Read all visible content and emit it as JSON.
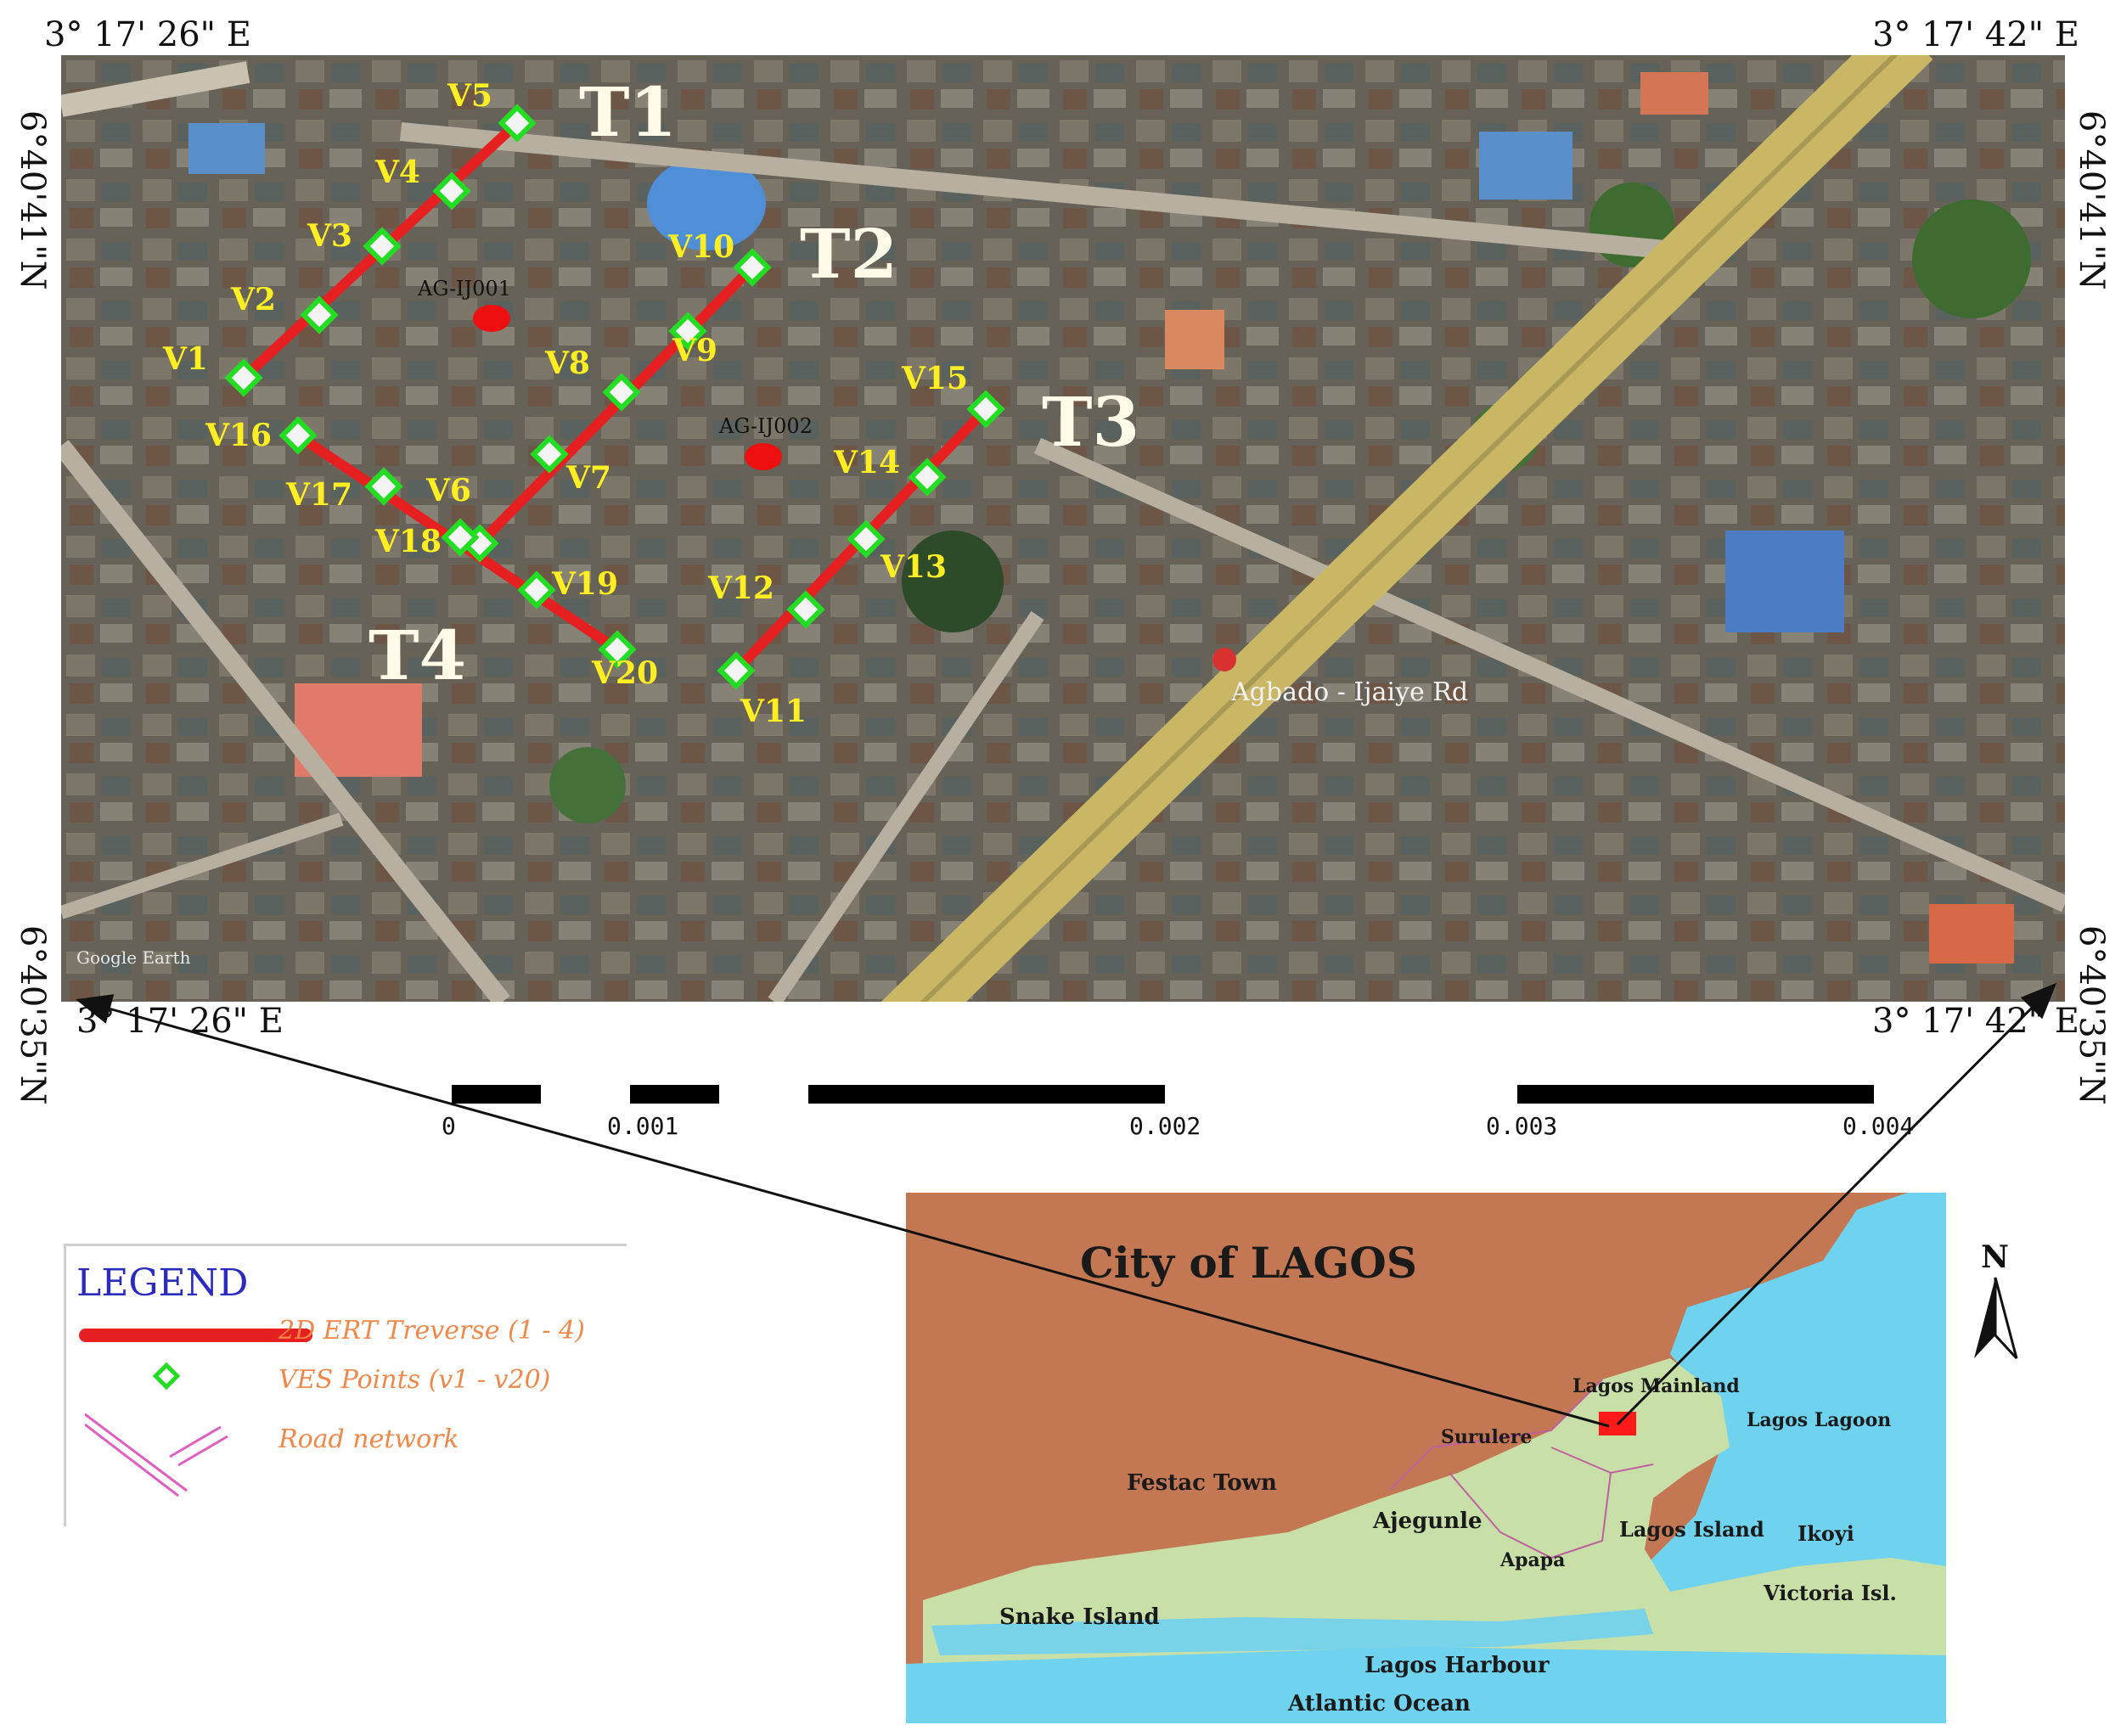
{
  "coordinates": {
    "top_left": "3° 17' 26\" E",
    "top_right": "3° 17' 42\" E",
    "bottom_left": "3° 17' 26\" E",
    "bottom_right": "3° 17' 42\" E",
    "left_top": "6°40'41\"N",
    "left_bottom": "6°40'35\"N",
    "right_top": "6°40'41\"N",
    "right_bottom": "6°40'35\"N"
  },
  "satellite": {
    "credit": "Google Earth",
    "road_name": "Agbado - Ijaiye Rd",
    "transects": [
      {
        "label": "T1"
      },
      {
        "label": "T2"
      },
      {
        "label": "T3"
      },
      {
        "label": "T4"
      }
    ],
    "ves_labels": [
      "V1",
      "V2",
      "V3",
      "V4",
      "V5",
      "V6",
      "V7",
      "V8",
      "V9",
      "V10",
      "V11",
      "V12",
      "V13",
      "V14",
      "V15",
      "V16",
      "V17",
      "V18",
      "V19",
      "V20"
    ],
    "wells": [
      {
        "label": "AG-IJ001"
      },
      {
        "label": "AG-IJ002"
      }
    ]
  },
  "scale_bar": {
    "labels": [
      "0",
      "0.001",
      "0.002",
      "0.003",
      "0.004"
    ]
  },
  "legend": {
    "title": "LEGEND",
    "items": [
      {
        "label": "2D ERT Treverse (1 - 4)",
        "symbol": "red-line"
      },
      {
        "label": "VES Points (v1 - v20)",
        "symbol": "green-diamond"
      },
      {
        "label": "Road network",
        "symbol": "pink-roads"
      }
    ]
  },
  "inset_map": {
    "title": "City of LAGOS",
    "north": "N",
    "places": [
      "Lagos Mainland",
      "Surulere",
      "Lagos Lagoon",
      "Festac Town",
      "Ajegunle",
      "Apapa",
      "Lagos Island",
      "Ikoyi",
      "Victoria Isl.",
      "Snake Island",
      "Lagos Harbour",
      "Atlantic Ocean"
    ]
  },
  "colors": {
    "traverse": "#e62020",
    "ves": "#22dd22",
    "legend_text": "#f0884a",
    "legend_title": "#2b2bbf",
    "inset_land": "#c8e0a8",
    "inset_mainland": "#c37752",
    "inset_water": "#6fd2ee"
  }
}
